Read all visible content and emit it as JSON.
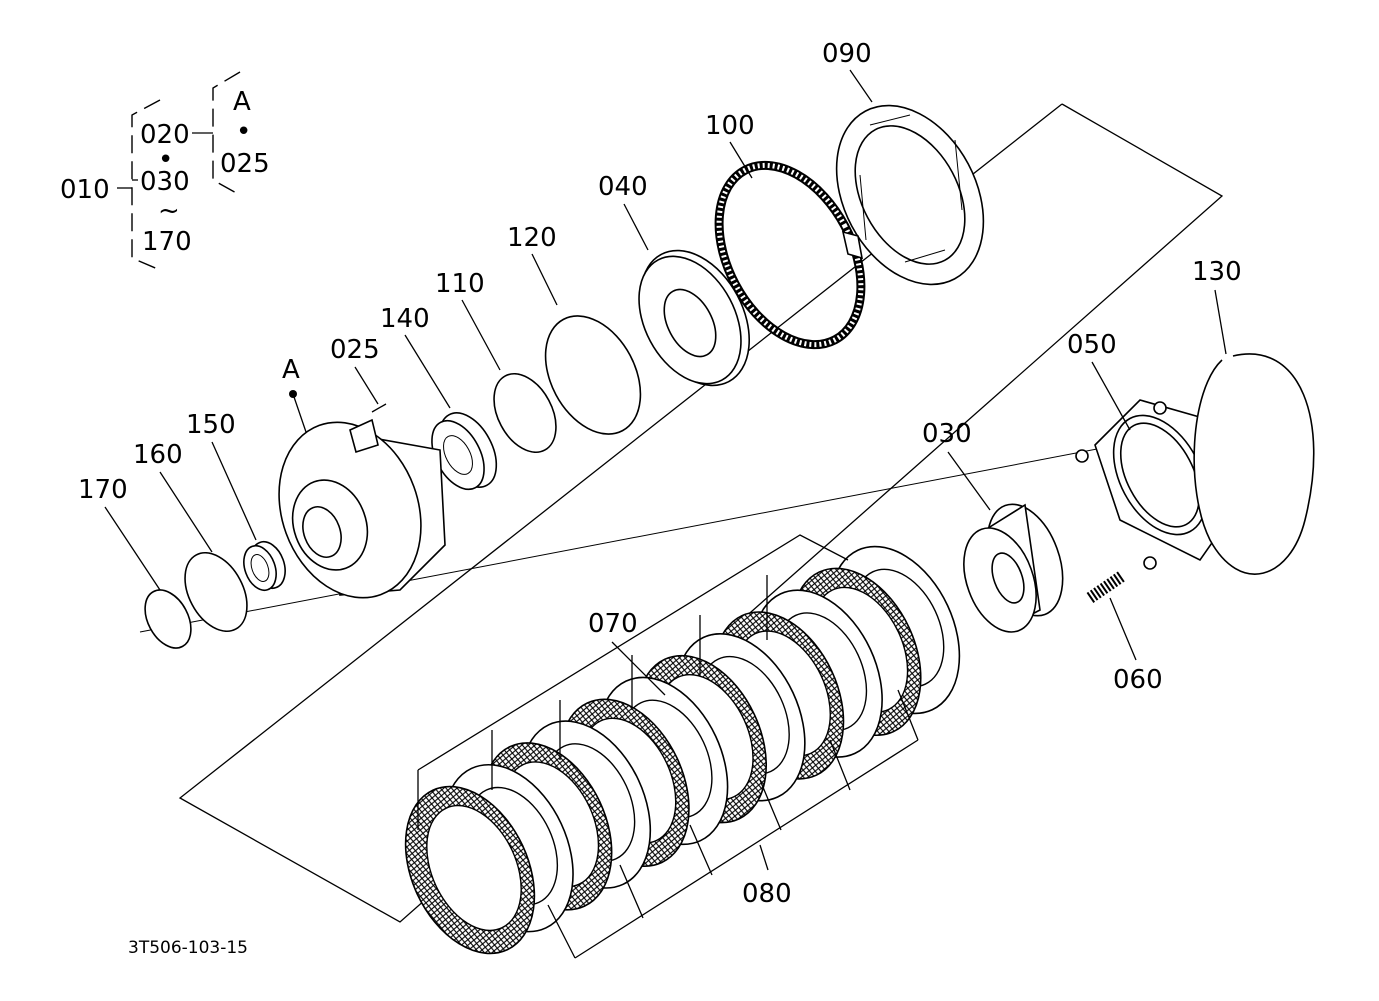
{
  "figure_code": "3T506-103-15",
  "legend": {
    "group_label": "010",
    "members": [
      "020",
      "030",
      "170"
    ],
    "sub_ref": "A",
    "sub_member": "025",
    "range_symbol": "~",
    "dot": "•"
  },
  "ref_marker": "A",
  "callouts": {
    "p010": "010",
    "p020": "020",
    "p025": "025",
    "p030": "030",
    "p040": "040",
    "p050": "050",
    "p060": "060",
    "p070": "070",
    "p080": "080",
    "p090": "090",
    "p100": "100",
    "p110": "110",
    "p120": "120",
    "p130": "130",
    "p140": "140",
    "p150": "150",
    "p160": "160",
    "p170": "170"
  },
  "colors": {
    "line": "#000000",
    "background": "#ffffff"
  }
}
